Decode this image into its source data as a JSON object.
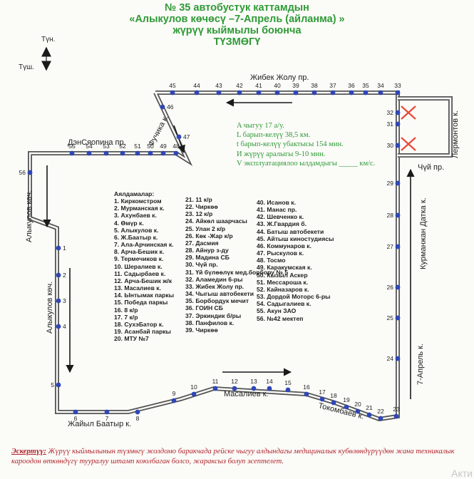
{
  "header": {
    "line1": "№ 35 автобустук каттамдын",
    "line2": "«Алыкулов көчөсү –7-Апрель (айланма) »",
    "line3": "жүрүү кыймылы боюнча",
    "line4": "ТҮЗМӨГҮ"
  },
  "compass": {
    "north": "Түн.",
    "south": "Түш."
  },
  "streets": {
    "jibek_jolu": "Жибек Жолу пр.",
    "fuchik": "Фучика к.",
    "den_siaopin": "ДэнСяопина пр.",
    "alykulov_top": "Алыкулов көч.",
    "alykulov_bottom": "Алыкулов көч.",
    "lermontov": "Лермонтов к.",
    "chui": "Чүй пр.",
    "kurmanjan": "Курманжан Датка к.",
    "aprel": "7-Апрель к.",
    "masaliev": "Масалиев к.",
    "tokombaev": "Токомбаев к.",
    "jaiyl": "Жайыл Баатыр к."
  },
  "route_info": {
    "line1": "A чыгуу  17  а/у.",
    "line2": "L барып-келүү   38,5  км.",
    "line3": "t барып-келүү убактысы  154 мин.",
    "line4": "И жүрүү аралыгы 9-10  мин.",
    "line5": "V эксплуатациялоо ылдамдыгы _____ км/с."
  },
  "stops_title": "Аялдамалар:",
  "stops": {
    "col1": [
      "1. Киркомстром",
      "2. Мурманская к.",
      "3. Ахунбаев к.",
      "4. Өмүр к.",
      "5. Алыкулов к.",
      "6. Ж.Баатыр к.",
      "7. Ала-Арчинская к.",
      "8. Арча-Бешик к.",
      "9. Термечиков к.",
      "10. Шералиев к.",
      "11. Садырбаев к.",
      "12. Арча-Бешик ж/к",
      "13. Масалиев к.",
      "14. Ынтымак паркы",
      "15. Победа паркы",
      "16. 8 к/р",
      "17. 7 к/р",
      "18. СухэБатор к.",
      "19. Асанбай паркы",
      "20. МТУ №7"
    ],
    "col2": [
      "21. 11 к/р",
      "22. Чиркөө",
      "23. 12 к/р",
      "24. Айкөл шаарчасы",
      "25. Улан 2 к/р",
      "26. Көк -Жар к/р",
      "27. Дасмия",
      "28. Айнур з-ду",
      "29. Мадина СБ",
      "30. Чүй пр.",
      "31. Үй бүлөөлүк мед.борбору № 5",
      "32. Аламедин 6-ры",
      "33. Жибек Жолу пр.",
      "34. Чыгыш автобекети",
      "35. Борбордук мечит",
      "36. ГОИН СБ",
      "37. Эркиндик б/ры",
      "38. Панфилов к.",
      "39. Чиркөө"
    ],
    "col3": [
      "40. Исанов к.",
      "41. Манас пр.",
      "42. Шевченко к.",
      "43. Ж.Гвардия б.",
      "44. Батыш автобекети",
      "45. Айтыш киностудиясы",
      "46. Коммунаров к.",
      "47. Рыскулов к.",
      "48. Тосмо",
      "49. Каракумская к.",
      "50. Кызыл Аскер",
      "51. Мессароша к.",
      "52. Кайназаров к.",
      "53. Дордой Моторс 6-ры",
      "54. Садыгалиев к.",
      "55. Акун ЗАО",
      "56. №42 мектеп"
    ]
  },
  "note": {
    "label": "Эскертүү:",
    "text": " Жүрүү кыймылынын түзмөгү жолдомо баракчада рейске чыгуу алдындагы медициналык кубөлөндүрүүдөн жана техникалык кароодон өткөндүгү тууралуу штамп коюлбаган болсо, жараксыз болуп эсептелет."
  },
  "watermark": "Акти",
  "colors": {
    "title": "#2f9a36",
    "route": "#555555",
    "stop": "#2f47b8",
    "arrow": "#1a1a1a",
    "closed": "#e84a3a",
    "note": "#b0242b"
  },
  "map_stops": [
    {
      "n": "1"
    },
    {
      "n": "2"
    },
    {
      "n": "3"
    },
    {
      "n": "4"
    },
    {
      "n": "5"
    },
    {
      "n": "6"
    },
    {
      "n": "7"
    },
    {
      "n": "8"
    },
    {
      "n": "9"
    },
    {
      "n": "10"
    },
    {
      "n": "11"
    },
    {
      "n": "12"
    },
    {
      "n": "13"
    },
    {
      "n": "14"
    },
    {
      "n": "15"
    },
    {
      "n": "16"
    },
    {
      "n": "17"
    },
    {
      "n": "18"
    },
    {
      "n": "19"
    },
    {
      "n": "20"
    },
    {
      "n": "21"
    },
    {
      "n": "22"
    },
    {
      "n": "23"
    },
    {
      "n": "24"
    },
    {
      "n": "25"
    },
    {
      "n": "26"
    },
    {
      "n": "27"
    },
    {
      "n": "28"
    },
    {
      "n": "29"
    },
    {
      "n": "30"
    },
    {
      "n": "31"
    },
    {
      "n": "32"
    },
    {
      "n": "33"
    },
    {
      "n": "34"
    },
    {
      "n": "35"
    },
    {
      "n": "36"
    },
    {
      "n": "37"
    },
    {
      "n": "38"
    },
    {
      "n": "39"
    },
    {
      "n": "40"
    },
    {
      "n": "41"
    },
    {
      "n": "42"
    },
    {
      "n": "43"
    },
    {
      "n": "44"
    },
    {
      "n": "45"
    },
    {
      "n": "46"
    },
    {
      "n": "47"
    },
    {
      "n": "48"
    },
    {
      "n": "49"
    },
    {
      "n": "50"
    },
    {
      "n": "51"
    },
    {
      "n": "52"
    },
    {
      "n": "53"
    },
    {
      "n": "54"
    },
    {
      "n": "55"
    },
    {
      "n": "56"
    }
  ]
}
